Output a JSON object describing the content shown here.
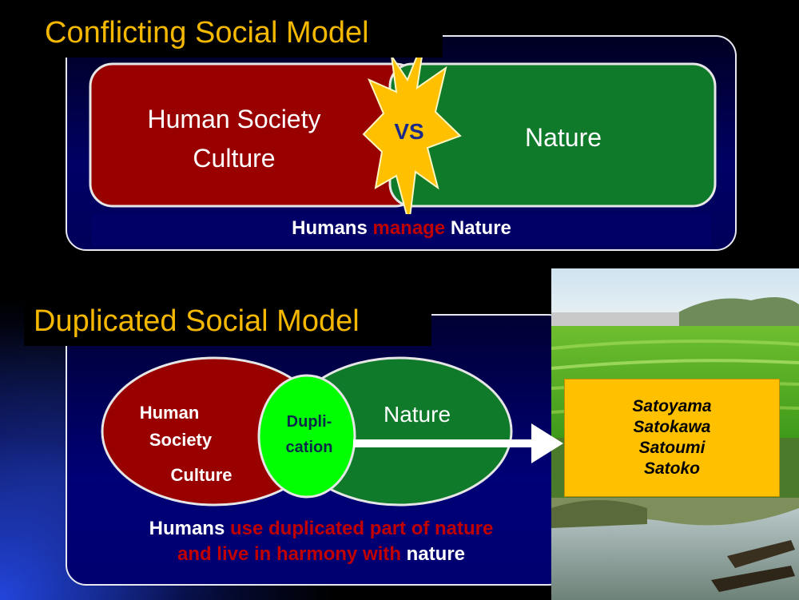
{
  "top_model": {
    "title": "Conflicting Social Model",
    "left_box": {
      "line1": "Human Society",
      "line2": "Culture"
    },
    "right_box": {
      "label": "Nature"
    },
    "burst": {
      "label": "VS"
    },
    "caption": {
      "part1": "Humans ",
      "part2": "manage",
      "part3": " Nature"
    }
  },
  "bottom_model": {
    "title": "Duplicated Social Model",
    "left_ellipse": {
      "line1": "Human",
      "line2": "Society",
      "line3": "Culture"
    },
    "right_ellipse": {
      "label": "Nature"
    },
    "overlap": {
      "line1": "Dupli-",
      "line2": "cation"
    },
    "caption": {
      "part1": "Humans ",
      "part2": "use duplicated part of nature",
      "part3": "and live in harmony with",
      "part4": " nature"
    }
  },
  "sato_box": {
    "items": [
      "Satoyama",
      "Satokawa",
      "Satoumi",
      "Satoko"
    ]
  },
  "colors": {
    "title": "#f5b800",
    "red_box": "#990000",
    "green_box": "#0f7a2a",
    "overlap_green": "#00ff00",
    "burst_yellow": "#ffc000",
    "panel_blue": "#000066",
    "caption_red": "#c00000",
    "sato_yellow": "#ffc000"
  }
}
